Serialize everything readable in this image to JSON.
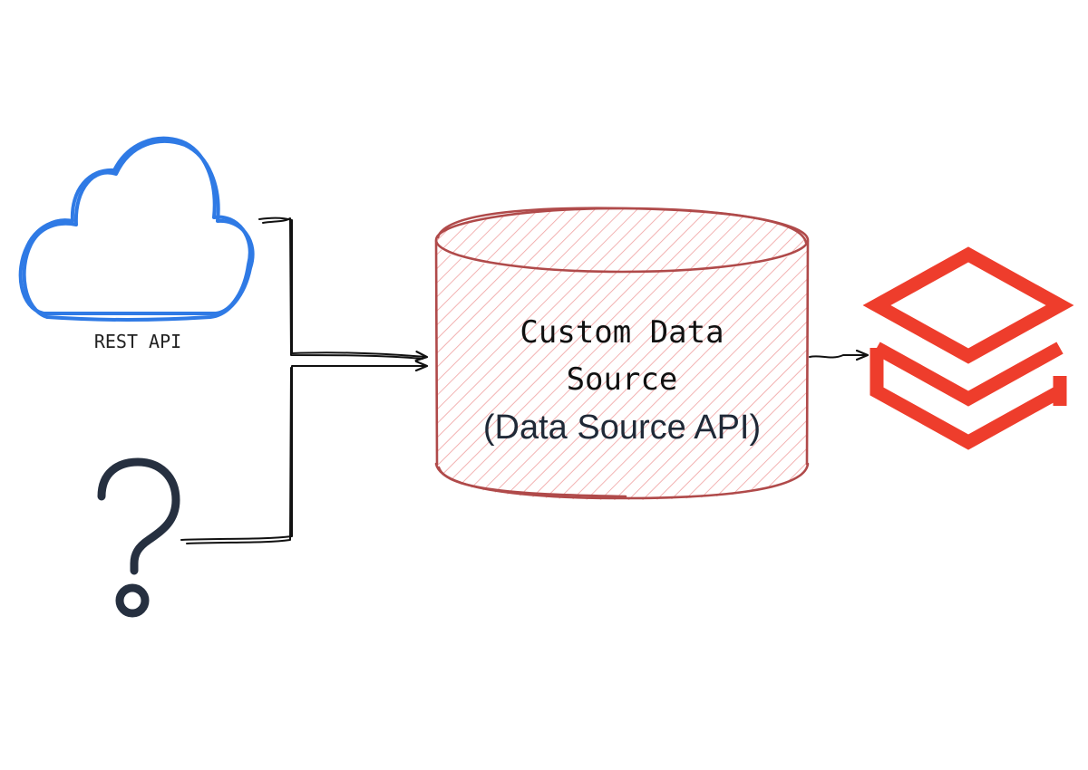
{
  "diagram": {
    "nodes": {
      "rest_api": {
        "label": "REST API",
        "icon": "cloud-icon",
        "color": "#2f7ae5"
      },
      "unknown_source": {
        "icon": "question-mark-icon",
        "color": "#263040"
      },
      "custom_source": {
        "label_line1": "Custom Data",
        "label_line2": "Source",
        "label_line3": "(Data Source API)",
        "icon": "database-cylinder-icon",
        "stroke": "#b04a4a",
        "hatch": "#f0a0a0"
      },
      "destination": {
        "icon": "databricks-logo-icon",
        "color": "#ee3d2c"
      }
    },
    "edges": [
      {
        "from": "rest_api",
        "to": "custom_source"
      },
      {
        "from": "unknown_source",
        "to": "custom_source"
      },
      {
        "from": "custom_source",
        "to": "destination"
      }
    ]
  }
}
